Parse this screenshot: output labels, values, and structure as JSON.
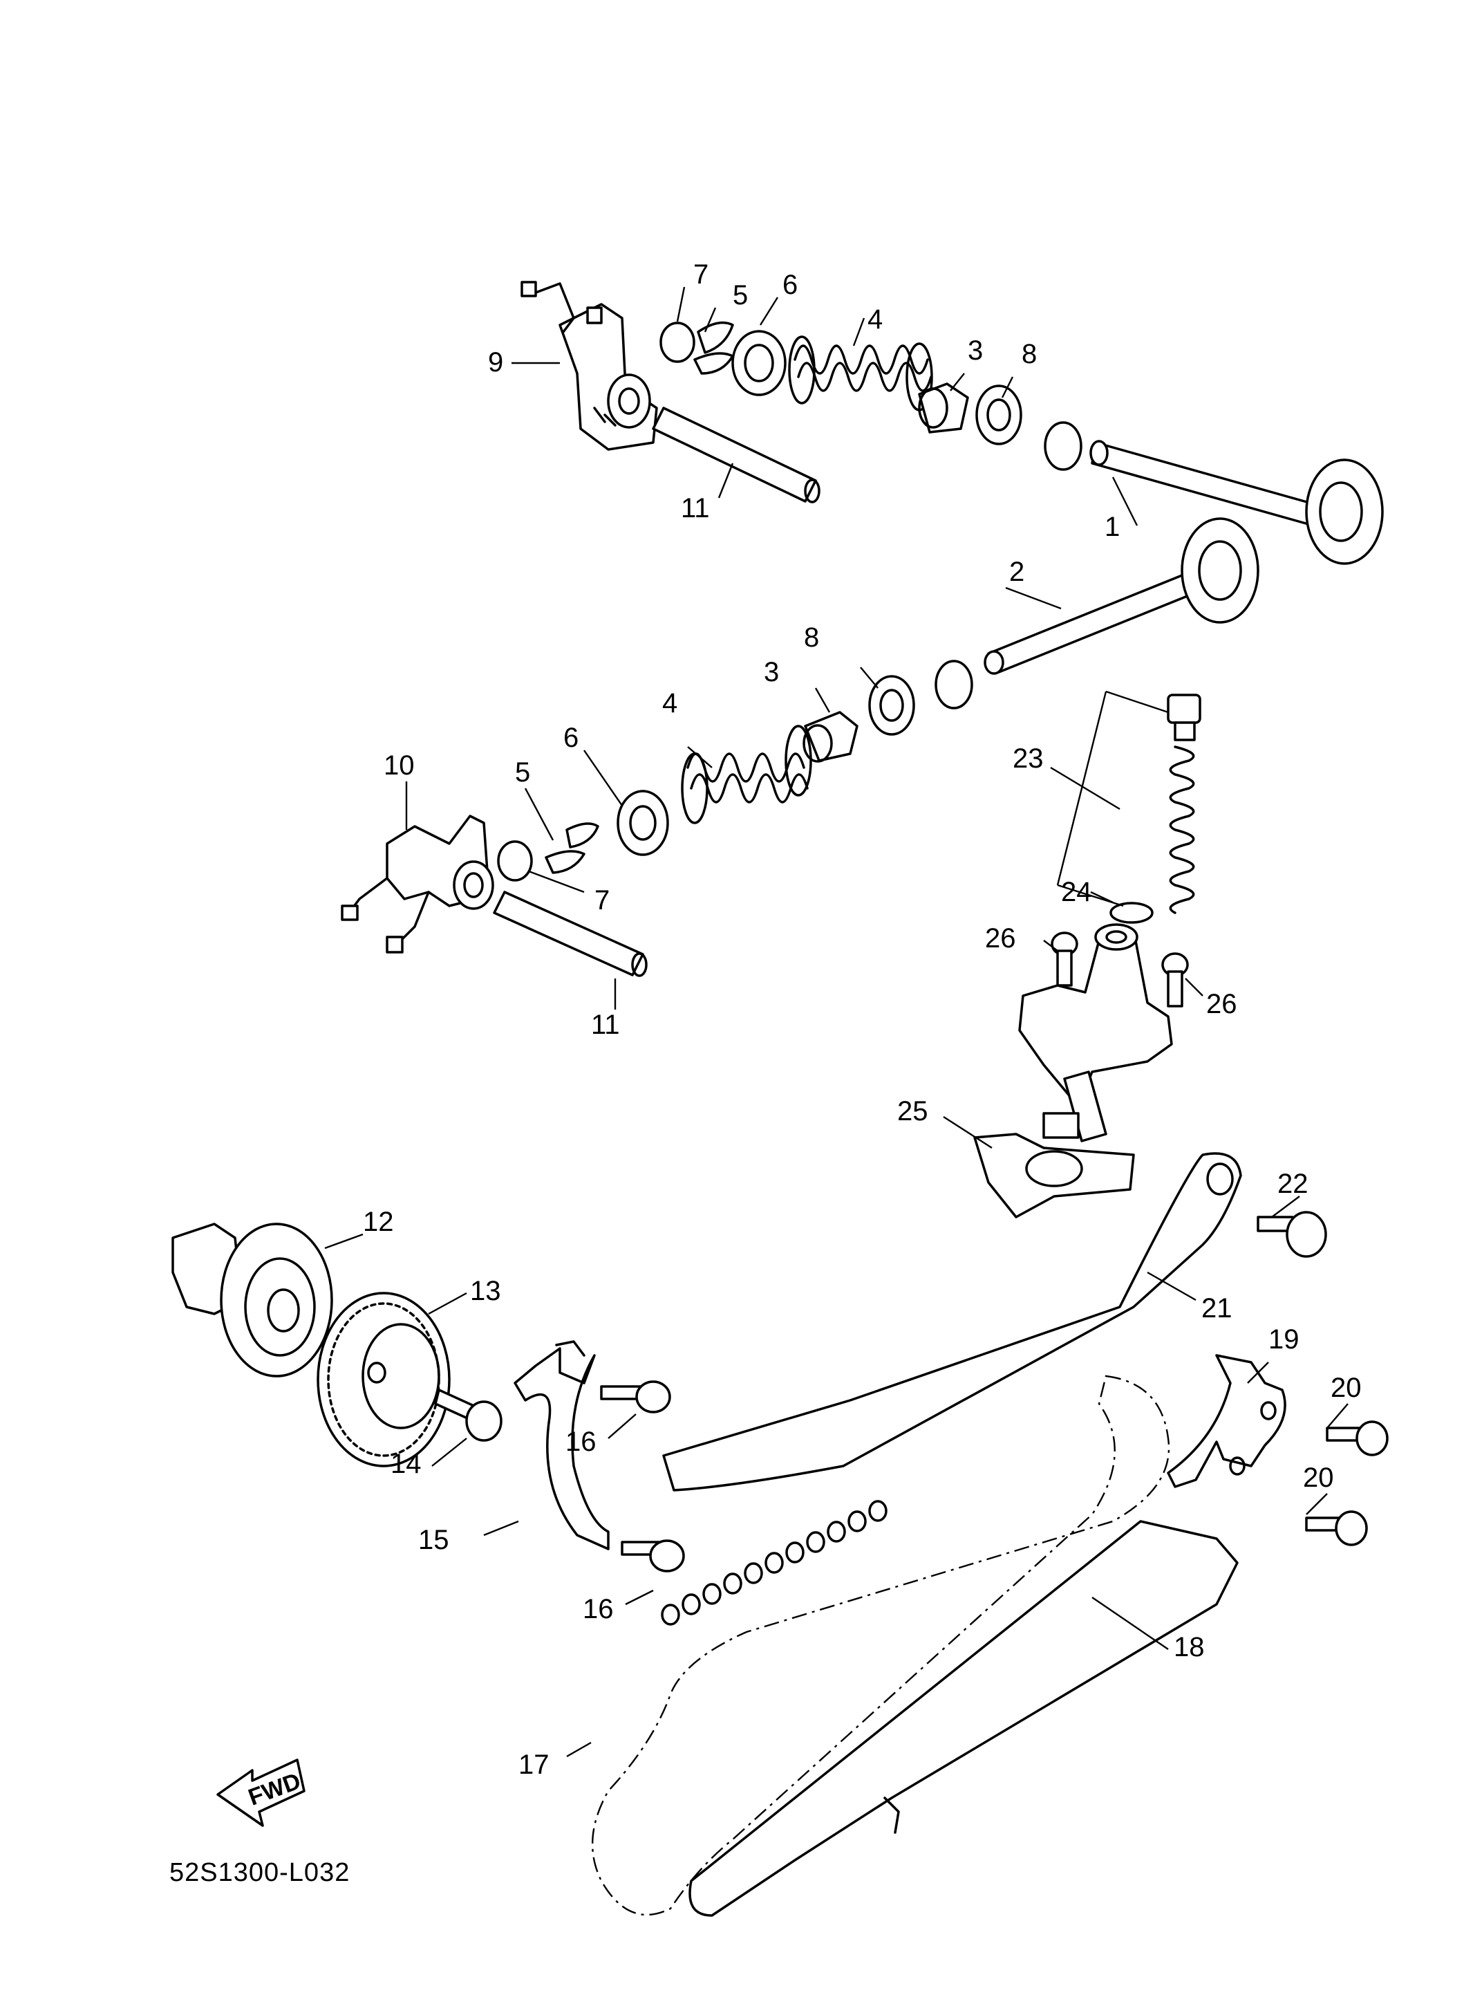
{
  "diagram_code": "52S1300-L032",
  "fwd_label": "FWD",
  "parts": {
    "p1": "1",
    "p2": "2",
    "p3": "3",
    "p4": "4",
    "p5": "5",
    "p6": "6",
    "p7": "7",
    "p8": "8",
    "p9": "9",
    "p10": "10",
    "p11": "11",
    "p12": "12",
    "p13": "13",
    "p14": "14",
    "p15": "15",
    "p16": "16",
    "p17": "17",
    "p18": "18",
    "p19": "19",
    "p20": "20",
    "p21": "21",
    "p22": "22",
    "p23": "23",
    "p24": "24",
    "p25": "25",
    "p26": "26"
  }
}
